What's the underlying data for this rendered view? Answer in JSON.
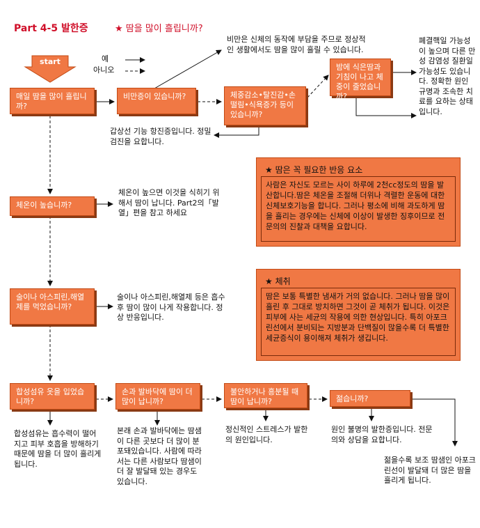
{
  "header": {
    "title": "Part 4-5 발한증",
    "subtitle": "★ 땀을 많이 흘립니까?"
  },
  "legend": {
    "yes": "예",
    "no": "아니오"
  },
  "start": "start",
  "boxes": {
    "b1": "매일 땀을 많이 흘립니까?",
    "b2": "비만증이 있습니까?",
    "b3": "체중감소•탈진감•손떨림•식욕증가 등이 있습니까?",
    "b4": "밤에 식은땀과 기침이 나고 체중이 줄었습니까?",
    "b5": "체온이 높습니까?",
    "b6": "술이나 아스피린,해열제를 먹었습니까?",
    "b7": "합성섬유 옷을 입었습니까?",
    "b8": "손과 발바닥에 땀이 더 많이 납니까?",
    "b9": "불안하거나 흥분될 때 땀이 납니까?",
    "b10": "젊습니까?"
  },
  "notes": {
    "obesity": "비만은 신체의 동작에 부담을 주므로 정상적인 생활에서도 땀을 많이 흘릴 수 있습니다.",
    "thyroid": "갑상선 기능 항진증입니다. 정밀 검진을 요합니다.",
    "tb": "폐결핵일 가능성이 높으며 다른 만성 감염성 질환일 가능성도 있습니다. 정확한 원인 규명과 조속한 치료를 요하는 상태입니다.",
    "fever": "체온이 높으면 이것을 식히기 위해서 땀이 납니다. Part2의「발열」편을 참고 하세요",
    "aspirin": "술이나 아스피린,해열제 등은 흡수 후 땀이 많이 나게 작용합니다. 정상 반응입니다.",
    "synthetic": "합성섬유는 흡수력이 떨어지고 피부 호흡을 방해하기 때문에 땀을 더 많이 흘리게 됩니다.",
    "palms": "본래 손과 발바닥에는 땀샘이 다른 곳보다 더 많이 분포돼있습니다. 사람에 따라서는 다른 사람보다 땀샘이 더 잘 발달돼 있는 경우도 있습니다.",
    "stress": "정신적인 스트레스가 발한의 원인입니다.",
    "unknown": "원인 불명의 발한증입니다. 전문의와 상담을 요합니다.",
    "young": "젊을수록 보조 땀샘인 아포크린선이 발달돼 더 많은 땀을 흘리게 됩니다."
  },
  "panels": {
    "p1": {
      "title": "★ 땀은 꼭 필요한 반응 요소",
      "body": "사람은 자신도 모르는 사이 하루에 2천cc정도의 땀을 발산합니다.땀은 체온을 조절해 더위나 격렬한 운동에 대한 신체보호기능을 합니다. 그러나 평소에 비해 과도하게 땀을 흘리는 경우에는 신체에 이상이 발생한 징후이므로 전문의의 진찰과 대책을 요합니다."
    },
    "p2": {
      "title": "★ 체취",
      "body": "땀은 보통 특별한 냄새가 거의 없습니다. 그러나 땀을 많이 흘린 후 그대로 방치하면 그것이 곧 체취가 됩니다. 이것은 피부에 사는 세균의 작용에 의한 현상입니다. 특히 아포크린선에서 분비되는 지방분과 단백질이 많을수록 더 특별한 세균증식이 용이해져 체취가 생깁니다."
    }
  },
  "colors": {
    "box_fill": "#f07844",
    "box_border": "#c24a14",
    "title_red": "#d0102a"
  }
}
